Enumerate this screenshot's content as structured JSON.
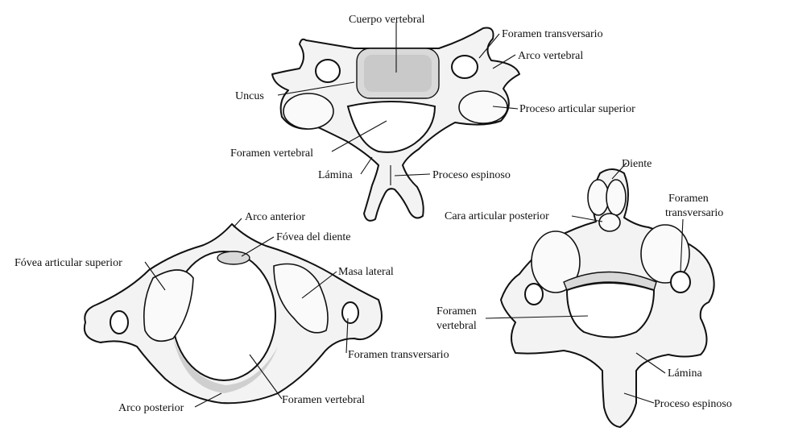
{
  "labels": {
    "top": {
      "cuerpo_vertebral": "Cuerpo vertebral",
      "foramen_transversario": "Foramen transversario",
      "arco_vertebral": "Arco vertebral",
      "uncus": "Uncus",
      "proceso_articular_superior": "Proceso articular superior",
      "foramen_vertebral": "Foramen vertebral",
      "lamina": "Lámina",
      "proceso_espinoso": "Proceso espinoso"
    },
    "atlas": {
      "arco_anterior": "Arco anterior",
      "fovea_del_diente": "Fóvea del diente",
      "fovea_articular_superior": "Fóvea articular superior",
      "masa_lateral": "Masa lateral",
      "foramen_transversario": "Foramen transversario",
      "arco_posterior": "Arco posterior",
      "foramen_vertebral": "Foramen vertebral"
    },
    "axis": {
      "diente": "Diente",
      "cara_articular_posterior": "Cara articular posterior",
      "foramen_transversario_1": "Foramen",
      "foramen_transversario_2": "transversario",
      "foramen_vertebral_1": "Foramen",
      "foramen_vertebral_2": "vertebral",
      "lamina": "Lámina",
      "proceso_espinoso": "Proceso espinoso"
    }
  }
}
